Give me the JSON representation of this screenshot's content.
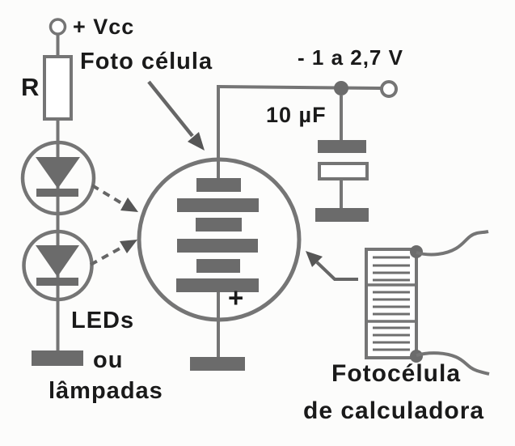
{
  "labels": {
    "vcc": "+ Vcc",
    "resistor": "R",
    "photo_cell": "Foto célula",
    "output_voltage": "- 1 a 2,7 V",
    "capacitor": "10 µF",
    "battery_plus": "+",
    "leds": "LEDs",
    "or": "ou",
    "lamps": "lâmpadas",
    "calc_photocell_line1": "Fotocélula",
    "calc_photocell_line2": "de calculadora"
  },
  "colors": {
    "background": "#fcfcfb",
    "wire_gray": "#757575",
    "fill_gray": "#6b6b6b",
    "arrow_gray": "#565656",
    "text_black": "#1a1a1a",
    "white": "#ffffff"
  }
}
